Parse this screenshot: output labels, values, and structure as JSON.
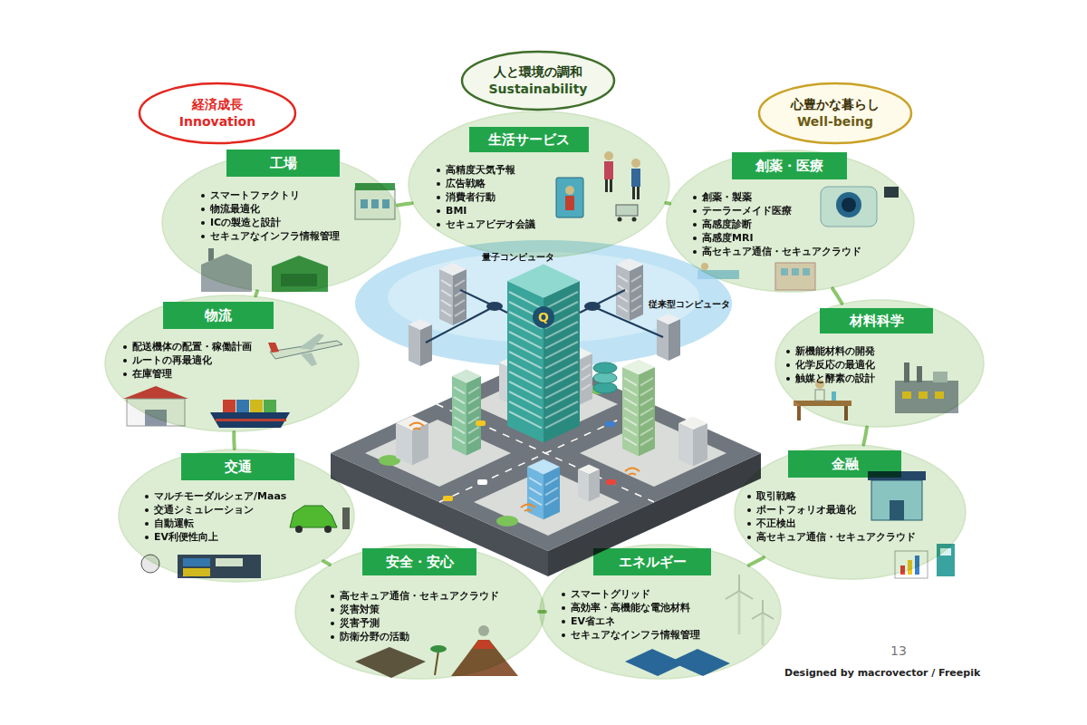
{
  "diagram": {
    "nodes": [
      {
        "text": [
          "経済成長",
          "Innovation"
        ]
      },
      {
        "text": [
          "人と環境の調和",
          "Sustainability"
        ]
      },
      {
        "text": [
          "心豊かな暮らし",
          "Well-being"
        ]
      },
      {
        "text": [
          "スマートファクトリ",
          "物流最適化",
          "ICの製造と設計",
          "セキュアなインフラ情報管理"
        ]
      },
      {
        "text": [
          "工場"
        ],
        "in": 3
      },
      {
        "text": [
          "高精度天気予報",
          "広告戦略",
          "消費者行動",
          "BMI",
          "セキュアビデオ会議"
        ]
      },
      {
        "text": [
          "生活サービス"
        ],
        "in": 5
      },
      {
        "text": [
          "創薬・製薬",
          "テーラーメイド医療",
          "高感度診断",
          "高感度MRI",
          "高セキュア通信・セキュアクラウド"
        ]
      },
      {
        "text": [
          "創薬・医療"
        ],
        "in": 7
      },
      {
        "text": [
          "配送機体の配置・稼働計画",
          "ルートの再最適化",
          "在庫管理"
        ]
      },
      {
        "text": [
          "物流"
        ],
        "in": 9
      },
      {
        "text": [
          "新機能材料の開発",
          "化学反応の最適化",
          "触媒と酵素の設計"
        ]
      },
      {
        "text": [
          "材料科学"
        ],
        "in": 11
      },
      {
        "text": [
          "マルチモーダルシェア/Maas",
          "交通シミュレーション",
          "自動運転",
          "EV利便性向上"
        ]
      },
      {
        "text": [
          "交通"
        ],
        "in": 13
      },
      {
        "text": [
          "取引戦略",
          "ポートフォリオ最適化",
          "不正検出",
          "高セキュア通信・セキュアクラウド"
        ]
      },
      {
        "text": [
          "金融"
        ],
        "in": 15
      },
      {
        "text": [
          "高セキュア通信・セキュアクラウド",
          "災害対策",
          "災害予測",
          "防衛分野の活動"
        ]
      },
      {
        "text": [
          "安全・安心"
        ],
        "in": 17
      },
      {
        "text": [
          "スマートグリッド",
          "高効率・高機能な電池材料",
          "EV省エネ",
          "セキュアなインフラ情報管理"
        ]
      },
      {
        "text": [
          "エネルギー"
        ],
        "in": 19
      }
    ],
    "edges": [
      {
        "from": 3,
        "to": 5,
        "arrow": "none"
      },
      {
        "from": 5,
        "to": 7,
        "arrow": "none"
      },
      {
        "from": 7,
        "to": 11,
        "arrow": "none"
      },
      {
        "from": 11,
        "to": 15,
        "arrow": "none"
      },
      {
        "from": 15,
        "to": 19,
        "arrow": "none"
      },
      {
        "from": 19,
        "to": 17,
        "arrow": "none"
      },
      {
        "from": 17,
        "to": 13,
        "arrow": "none"
      },
      {
        "from": 13,
        "to": 9,
        "arrow": "none"
      },
      {
        "from": 9,
        "to": 3,
        "arrow": "none"
      }
    ],
    "labels": [
      "量子コンピュータ",
      "従来型コンピュータ",
      "Q",
      "13",
      "Designed by macrovector / Freepik"
    ]
  }
}
